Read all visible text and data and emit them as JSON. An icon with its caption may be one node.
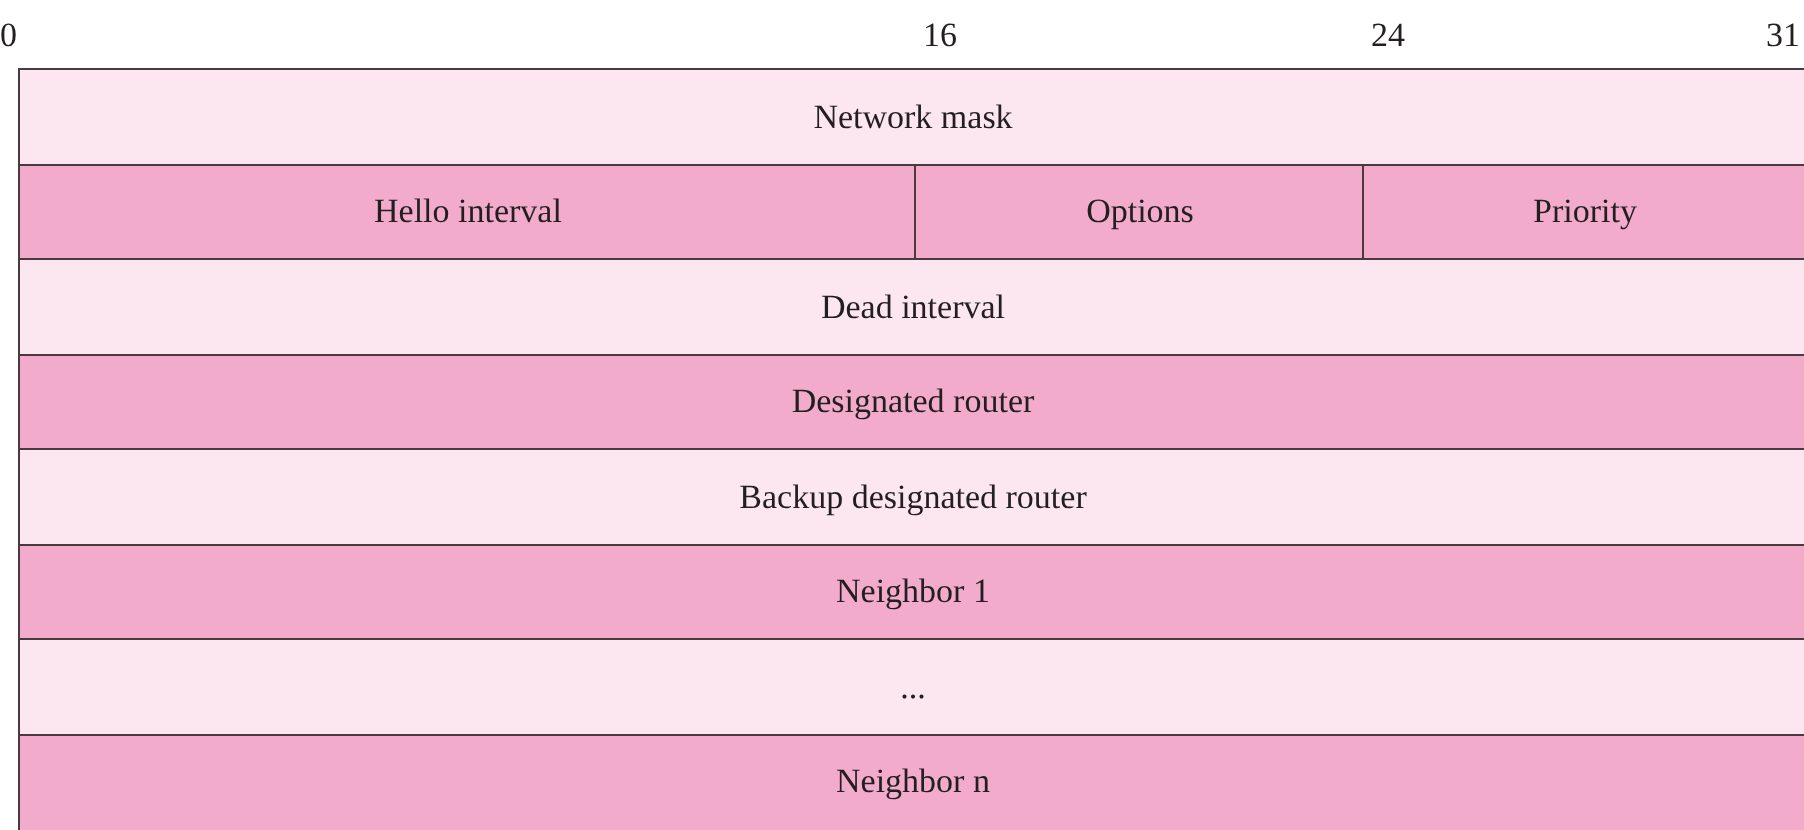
{
  "diagram": {
    "nodes": [
      {
        "text": [
          "Network mask"
        ]
      },
      {
        "text": [
          "Hello interval"
        ]
      },
      {
        "text": [
          "Options"
        ]
      },
      {
        "text": [
          "Priority"
        ]
      },
      {
        "text": [
          "Dead interval"
        ]
      },
      {
        "text": [
          "Designated router"
        ]
      },
      {
        "text": [
          "Backup designated router"
        ]
      },
      {
        "text": [
          "Neighbor 1"
        ]
      },
      {
        "text": [
          "..."
        ]
      },
      {
        "text": [
          "Neighbor n"
        ]
      }
    ],
    "labels": [
      "0",
      "16",
      "24",
      "31"
    ]
  }
}
